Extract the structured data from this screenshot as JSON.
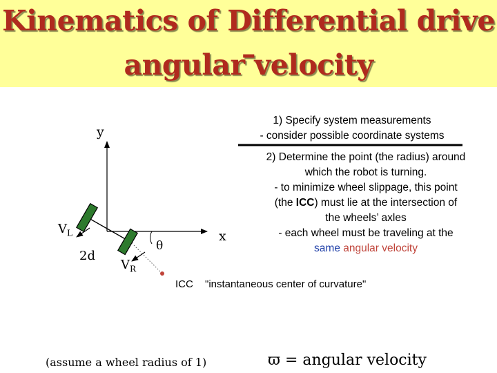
{
  "title": {
    "line1": "Kinematics of Differential drive –",
    "line2": "angular velocity"
  },
  "diagram": {
    "axis_y": "y",
    "axis_x": "x",
    "vl": "V",
    "vl_sub": "L",
    "vr": "V",
    "vr_sub": "R",
    "two_d": "2d",
    "theta": "θ",
    "icc": "ICC",
    "icc_desc": "\"instantaneous center of curvature\""
  },
  "steps": {
    "step1_l1": "1) Specify system measurements",
    "step1_l2": "- consider possible coordinate systems",
    "step2_l1": "2) Determine the point (the radius) around",
    "step2_l2": "which the robot is turning.",
    "step2_l3": "- to minimize wheel slippage, this point",
    "step2_l4_a": "(the ",
    "step2_l4_b": "ICC",
    "step2_l4_c": ") must lie at the intersection of",
    "step2_l5": "the wheels’ axles",
    "step2_l6": "- each wheel must be traveling at the",
    "step2_l7_a": "same",
    "step2_l7_b": "angular velocity"
  },
  "footer": {
    "wheel_note": "(assume a wheel radius of 1)",
    "omega_symbol": "ϖ",
    "omega_text": "= angular velocity"
  },
  "colors": {
    "title": "#b02a1e",
    "title_bg": "#ffff99",
    "wheel": "#2d7a2d",
    "icc_dot": "#c0443a",
    "same_word": "#1f3fa8",
    "angular_velocity_word": "#c0443a"
  }
}
